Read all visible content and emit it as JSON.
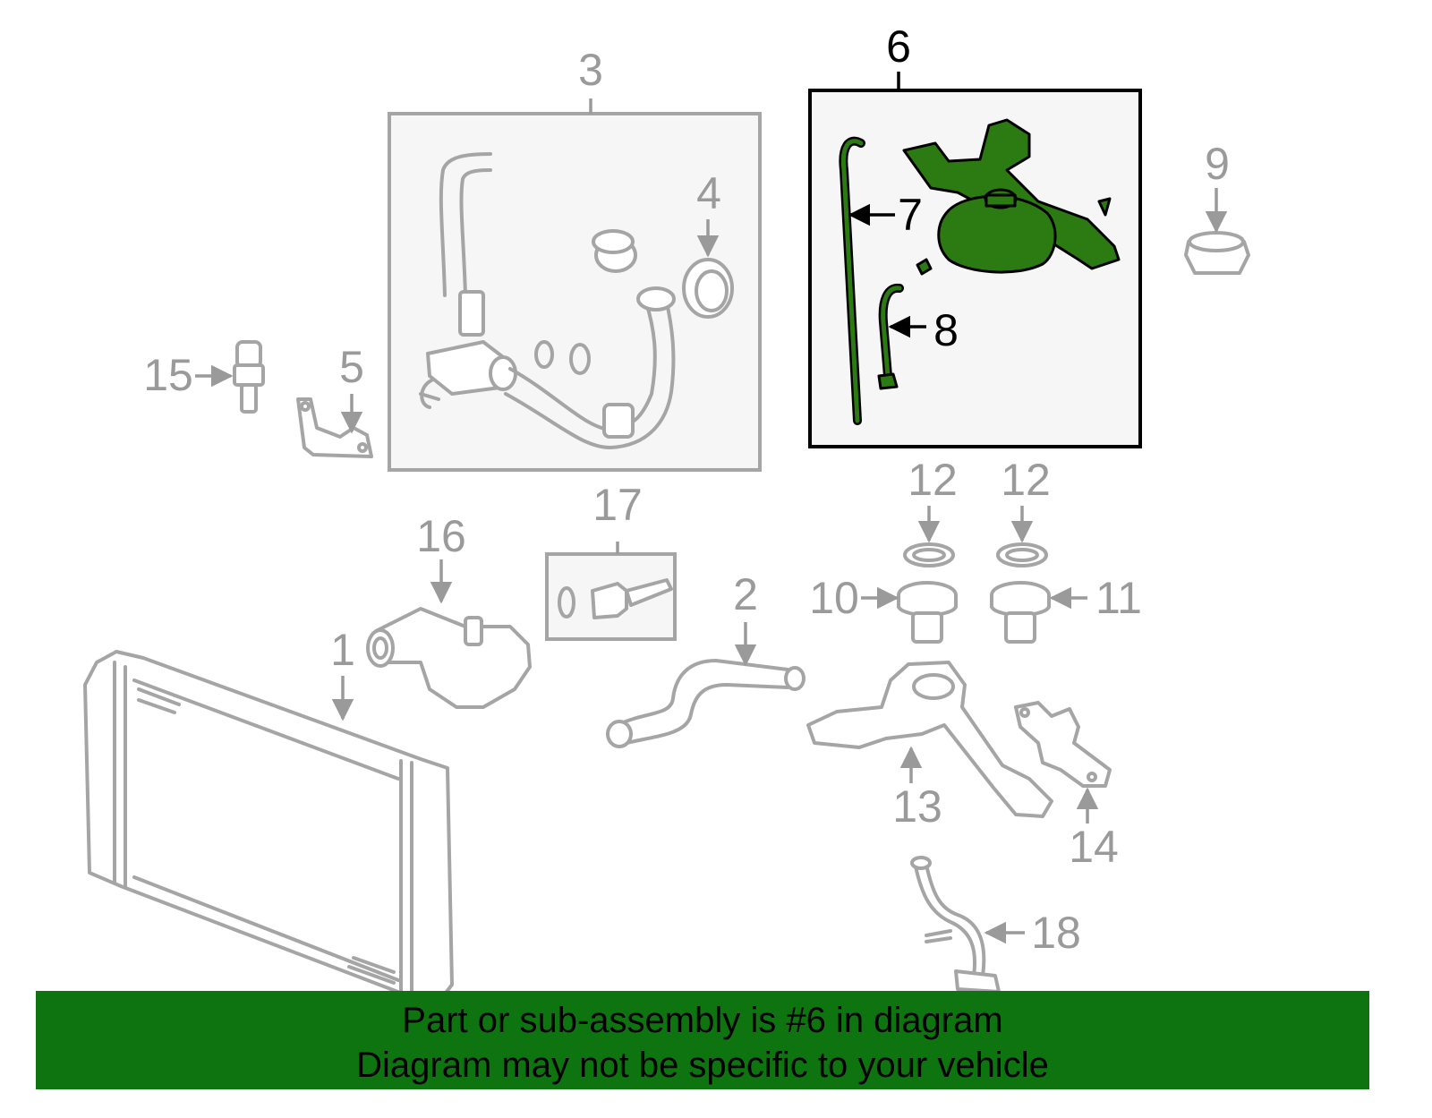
{
  "diagram": {
    "callouts": {
      "c1": "1",
      "c2": "2",
      "c3": "3",
      "c4": "4",
      "c5": "5",
      "c6": "6",
      "c7": "7",
      "c8": "8",
      "c9": "9",
      "c10": "10",
      "c11": "11",
      "c12a": "12",
      "c12b": "12",
      "c13": "13",
      "c14": "14",
      "c15": "15",
      "c16": "16",
      "c17": "17",
      "c18": "18"
    },
    "highlight_color": "#2b7a12",
    "part_color": "#a5a5a5",
    "label_color": "#9a9a9a"
  },
  "banner": {
    "line1": "Part or sub-assembly is #6 in diagram",
    "line2": "Diagram may not be specific to your vehicle",
    "background": "#0e7410"
  }
}
